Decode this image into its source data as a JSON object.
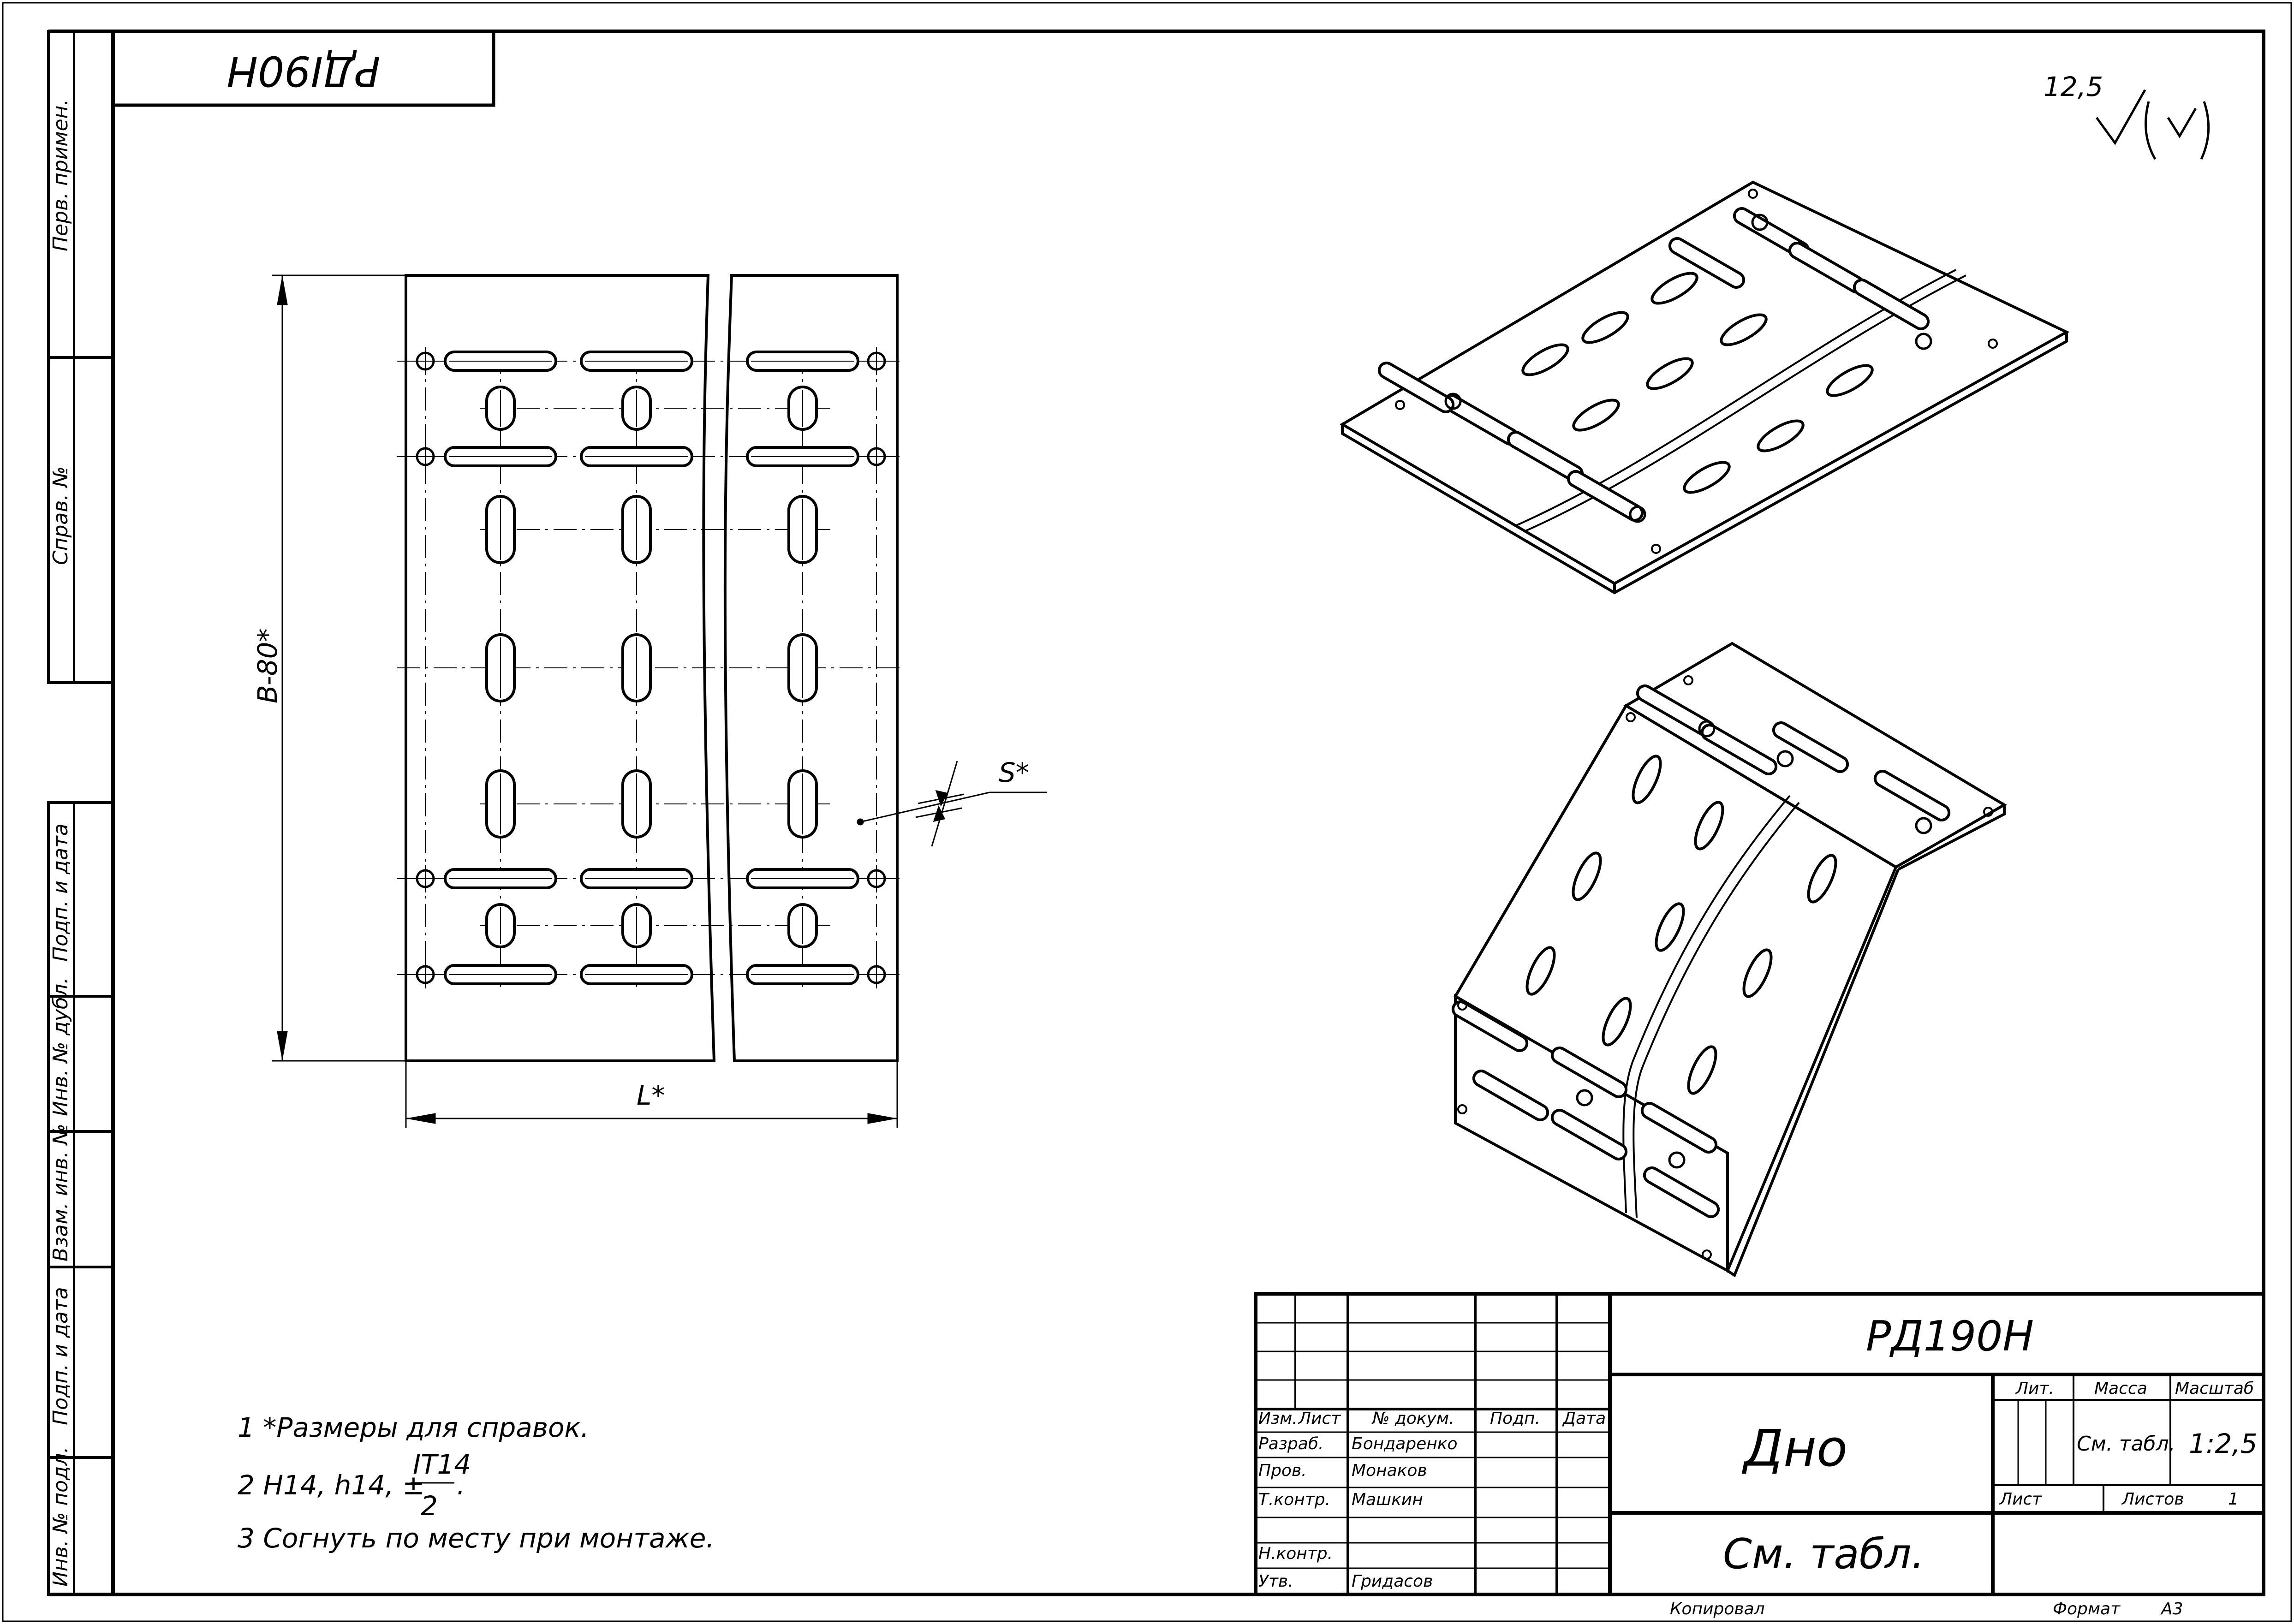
{
  "stamp": {
    "code_rotated": "РДI90H",
    "designation": "РД190Н",
    "title": "Дно",
    "material": "См. табл.",
    "lit_label": "Лит.",
    "mass_label": "Масса",
    "scale_label": "Масштаб",
    "mass_value": "См. табл.",
    "scale_value": "1:2,5",
    "sheet_label": "Лист",
    "sheets_label": "Листов",
    "sheets_value": "1",
    "copied_label": "Копировал",
    "format_label": "Формат",
    "format_value": "А3",
    "columns": [
      "Изм.",
      "Лист",
      "№ докум.",
      "Подп.",
      "Дата"
    ],
    "people": [
      {
        "role": "Разраб.",
        "name": "Бондаренко"
      },
      {
        "role": "Пров.",
        "name": "Монаков"
      },
      {
        "role": "Т.контр.",
        "name": "Машкин"
      },
      {
        "role": "Н.контр.",
        "name": ""
      },
      {
        "role": "Утв.",
        "name": "Гридасов"
      }
    ]
  },
  "side_strip": [
    "Перв. примен.",
    "Справ. №",
    "Подп. и дата",
    "Инв. № дубл.",
    "Взам. инв. №",
    "Подп. и дата",
    "Инв. № подл."
  ],
  "roughness": "12,5",
  "dimensions": {
    "height": "B-80*",
    "length": "L*",
    "thickness": "S*"
  },
  "notes": [
    "1  *Размеры для справок.",
    "2  H14, h14, ±",
    "IT14",
    "2",
    "3  Согнуть по месту при монтаже."
  ]
}
